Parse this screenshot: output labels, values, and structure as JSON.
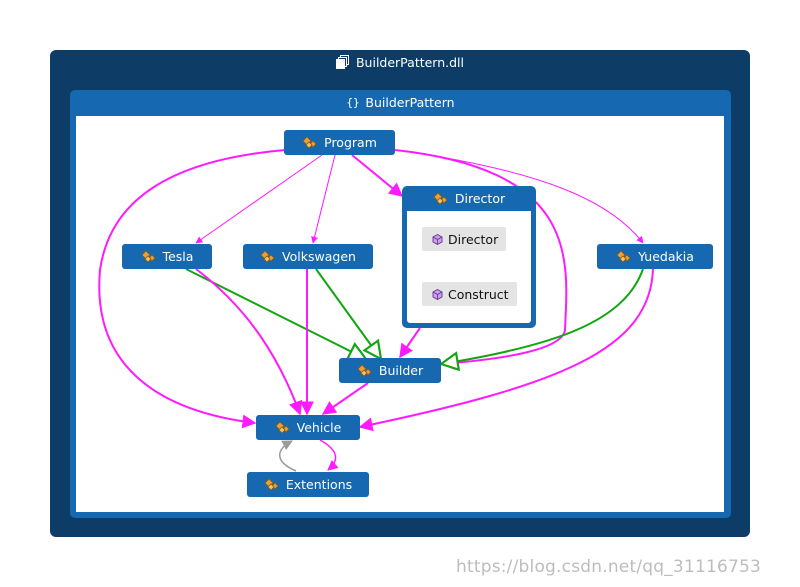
{
  "assembly": {
    "title": "BuilderPattern.dll",
    "icon": "assembly-icon"
  },
  "namespace": {
    "title": "BuilderPattern",
    "icon": "namespace-braces-icon"
  },
  "nodes": {
    "program": "Program",
    "tesla": "Tesla",
    "volkswagen": "Volkswagen",
    "yuedakia": "Yuedakia",
    "builder": "Builder",
    "vehicle": "Vehicle",
    "extentions": "Extentions"
  },
  "director": {
    "title": "Director",
    "members": [
      "Director",
      "Construct"
    ]
  },
  "colors": {
    "assembly_frame": "#0d3d66",
    "namespace_frame": "#1669b1",
    "node_fill": "#1669b1",
    "dependency_edge": "#ff1aff",
    "inheritance_edge": "#11a611",
    "self_reference_edge": "#9a9a9a"
  },
  "watermark": "https://blog.csdn.net/qq_31116753"
}
